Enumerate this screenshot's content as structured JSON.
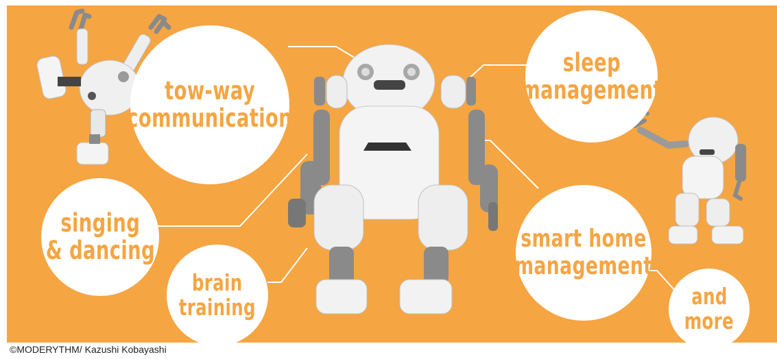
{
  "colors": {
    "background": "#f5a542",
    "bubble": "#ffffff",
    "text": "#f5a542",
    "robot_body": "#eeeeee",
    "robot_joint": "#8a8a8a",
    "connector": "#ffffff"
  },
  "features": [
    {
      "id": "tow-way",
      "lines": [
        "tow-way",
        "communication"
      ]
    },
    {
      "id": "sleep",
      "lines": [
        "sleep",
        "management"
      ]
    },
    {
      "id": "singing",
      "lines": [
        "singing",
        "& dancing"
      ]
    },
    {
      "id": "brain",
      "lines": [
        "brain",
        "training"
      ]
    },
    {
      "id": "smart-home",
      "lines": [
        "smart home",
        "management"
      ]
    },
    {
      "id": "more",
      "lines": [
        "and",
        "more"
      ]
    }
  ],
  "credit": "©MODERYTHM/ Kazushi Kobayashi"
}
